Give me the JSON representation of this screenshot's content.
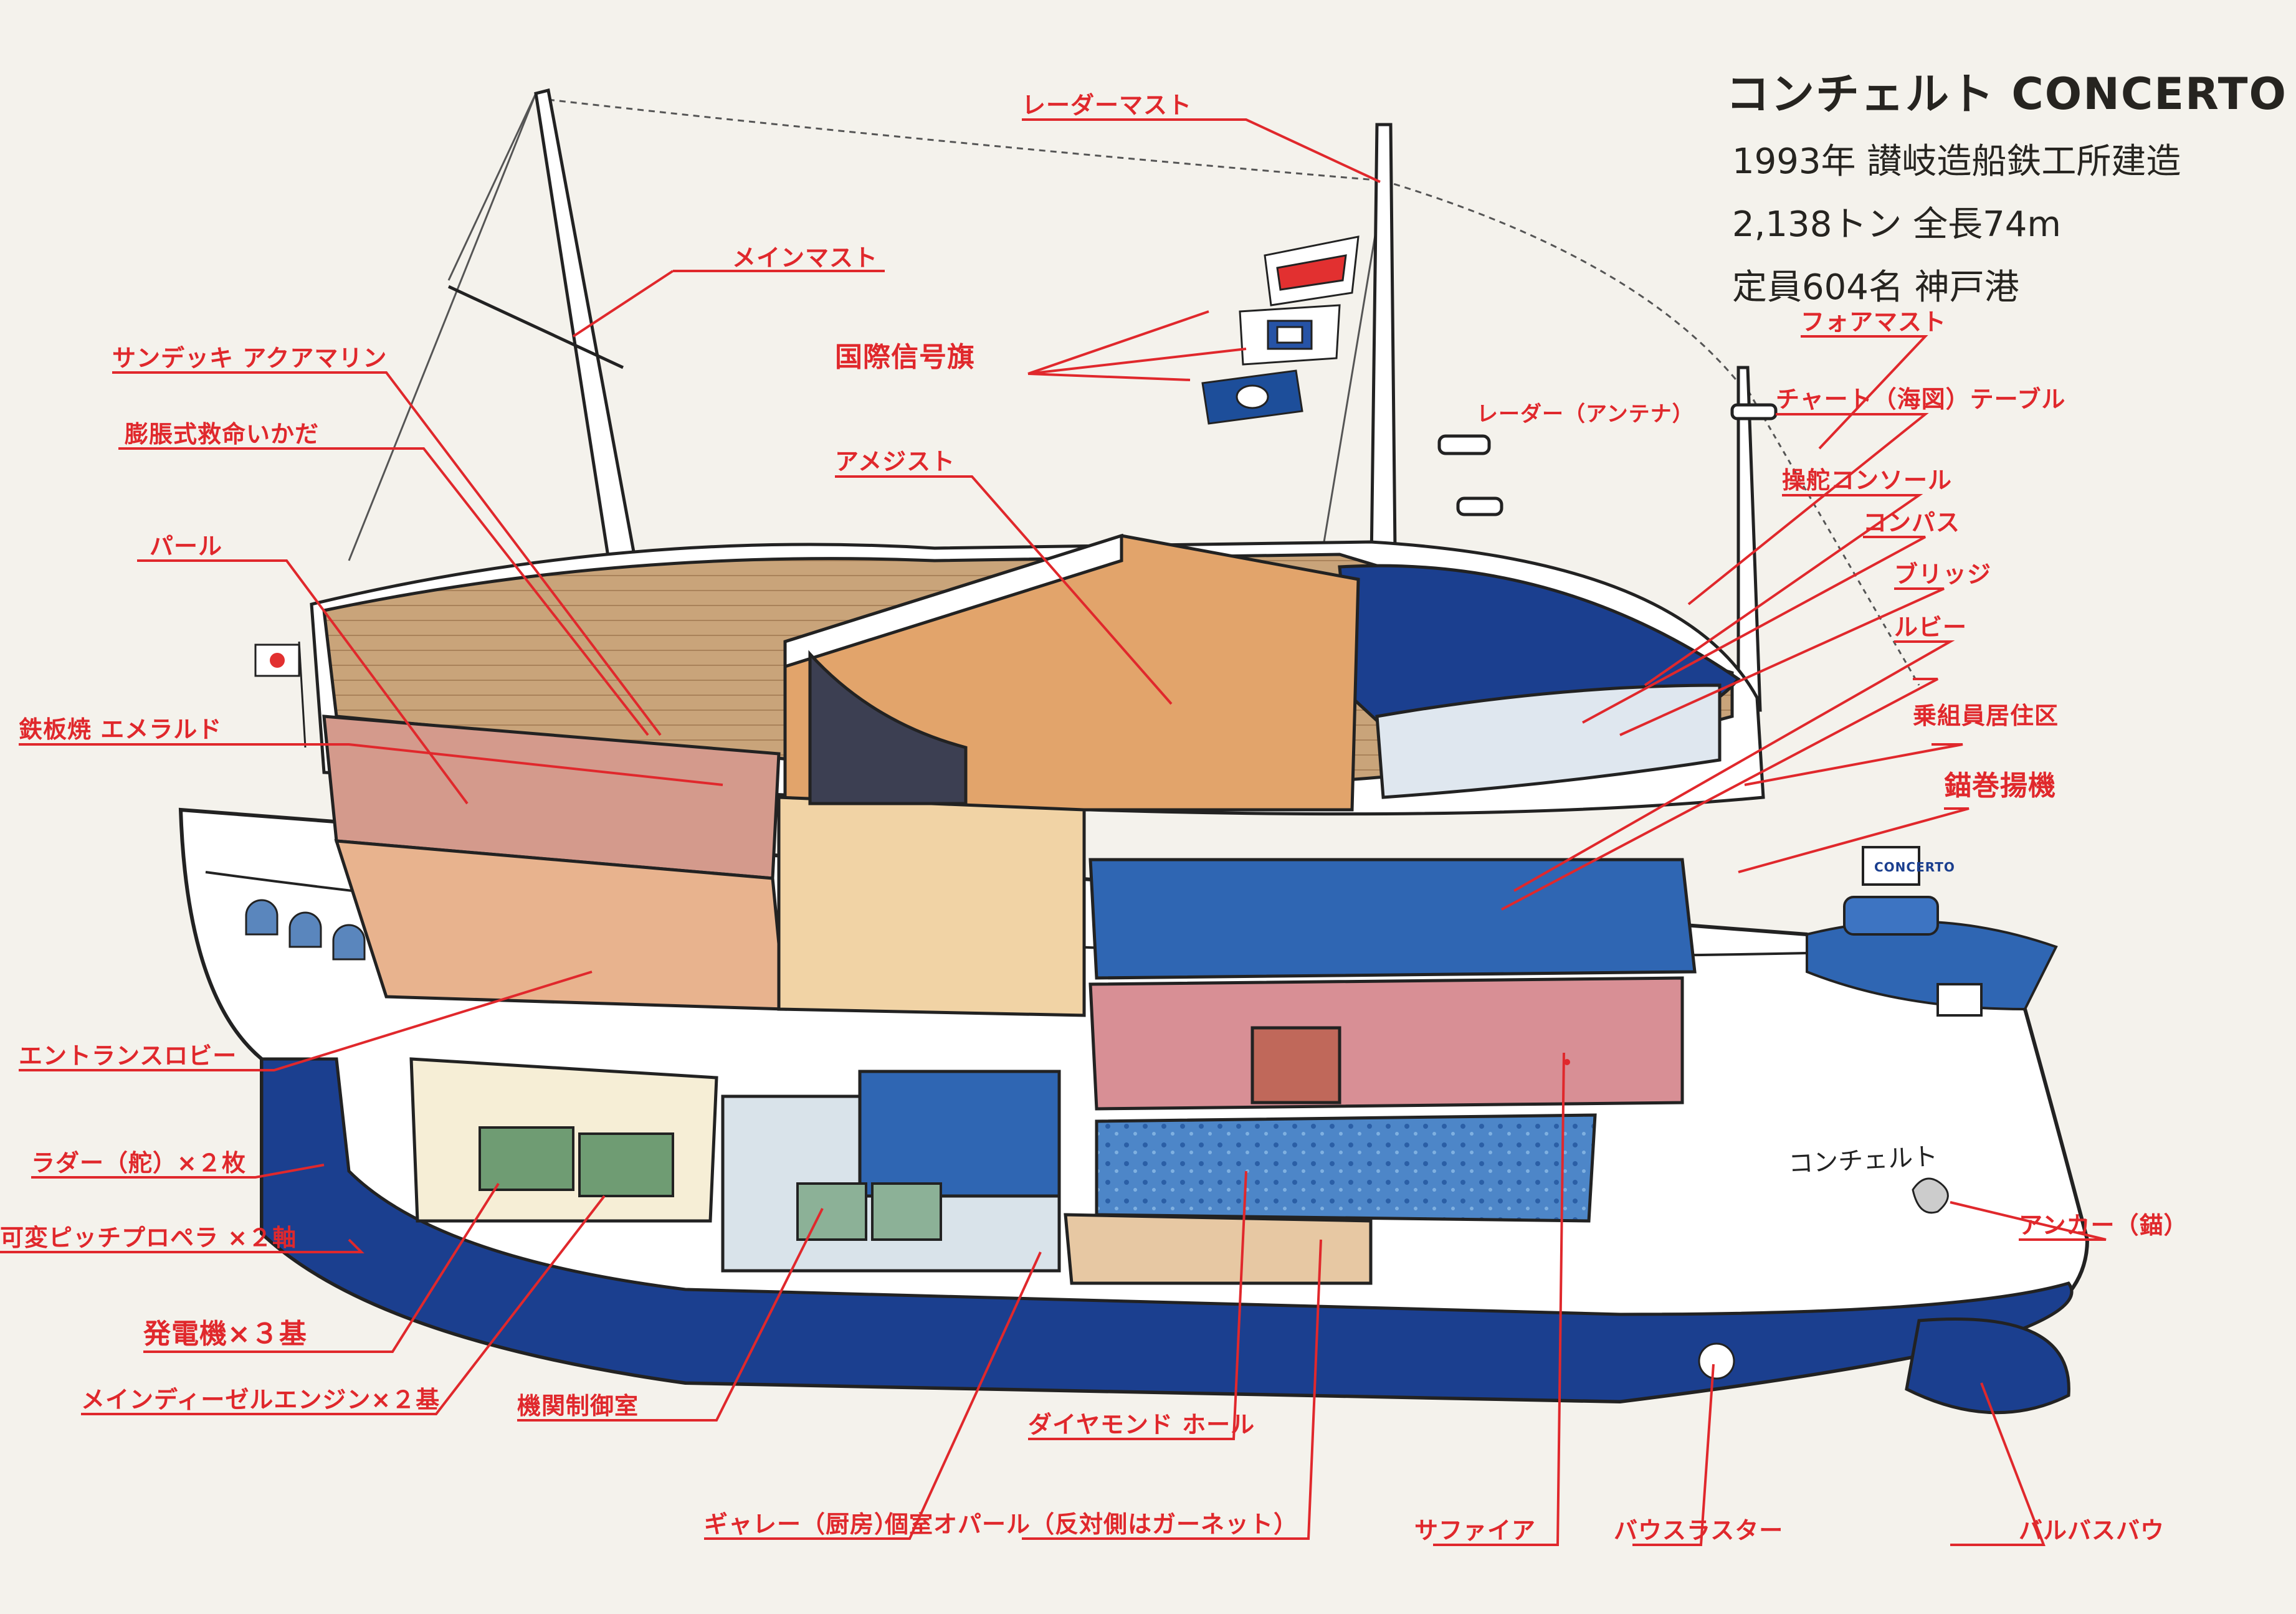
{
  "info": {
    "title": "コンチェルト CONCERTO",
    "built": "1993年 讃岐造船鉄工所建造",
    "tonnage": "2,138トン 全長74m",
    "capacity": "定員604名 神戸港"
  },
  "hull_name": "コンチェルト",
  "flag_board_text": "CONCERTO",
  "labels": {
    "radar_mast": "レーダーマスト",
    "main_mast": "メインマスト",
    "signal_flags": "国際信号旗",
    "sundeck": "サンデッキ アクアマリン",
    "liferaft": "膨脹式救命いかだ",
    "pearl": "パール",
    "emerald": "鉄板焼 エメラルド",
    "entrance": "エントランスロビー",
    "rudder": "ラダー（舵）×２枚",
    "propeller": "可変ピッチプロペラ ×２軸",
    "generator": "発電機×３基",
    "engine": "メインディーゼルエンジン×２基",
    "control_room": "機関制御室",
    "amethyst": "アメジスト",
    "foremast": "フォアマスト",
    "radar_antenna": "レーダー（アンテナ）",
    "chart_table": "チャート（海図）テーブル",
    "helm_console": "操舵コンソール",
    "compass": "コンパス",
    "bridge": "ブリッジ",
    "ruby": "ルビー",
    "crew_quarters": "乗組員居住区",
    "windlass": "錨巻揚機",
    "anchor": "アンカー（錨）",
    "diamond_hall": "ダイヤモンド ホール",
    "galley": "ギャレー（厨房）",
    "opal": "個室オパール（反対側はガーネット）",
    "sapphire": "サファイア",
    "bow_thruster": "バウスラスター",
    "bulbous_bow": "バルバスバウ"
  },
  "colors": {
    "label_red": "#e0282c",
    "hull_blue": "#1b3f8f",
    "ink": "#222222",
    "paper": "#f4f2ec"
  }
}
